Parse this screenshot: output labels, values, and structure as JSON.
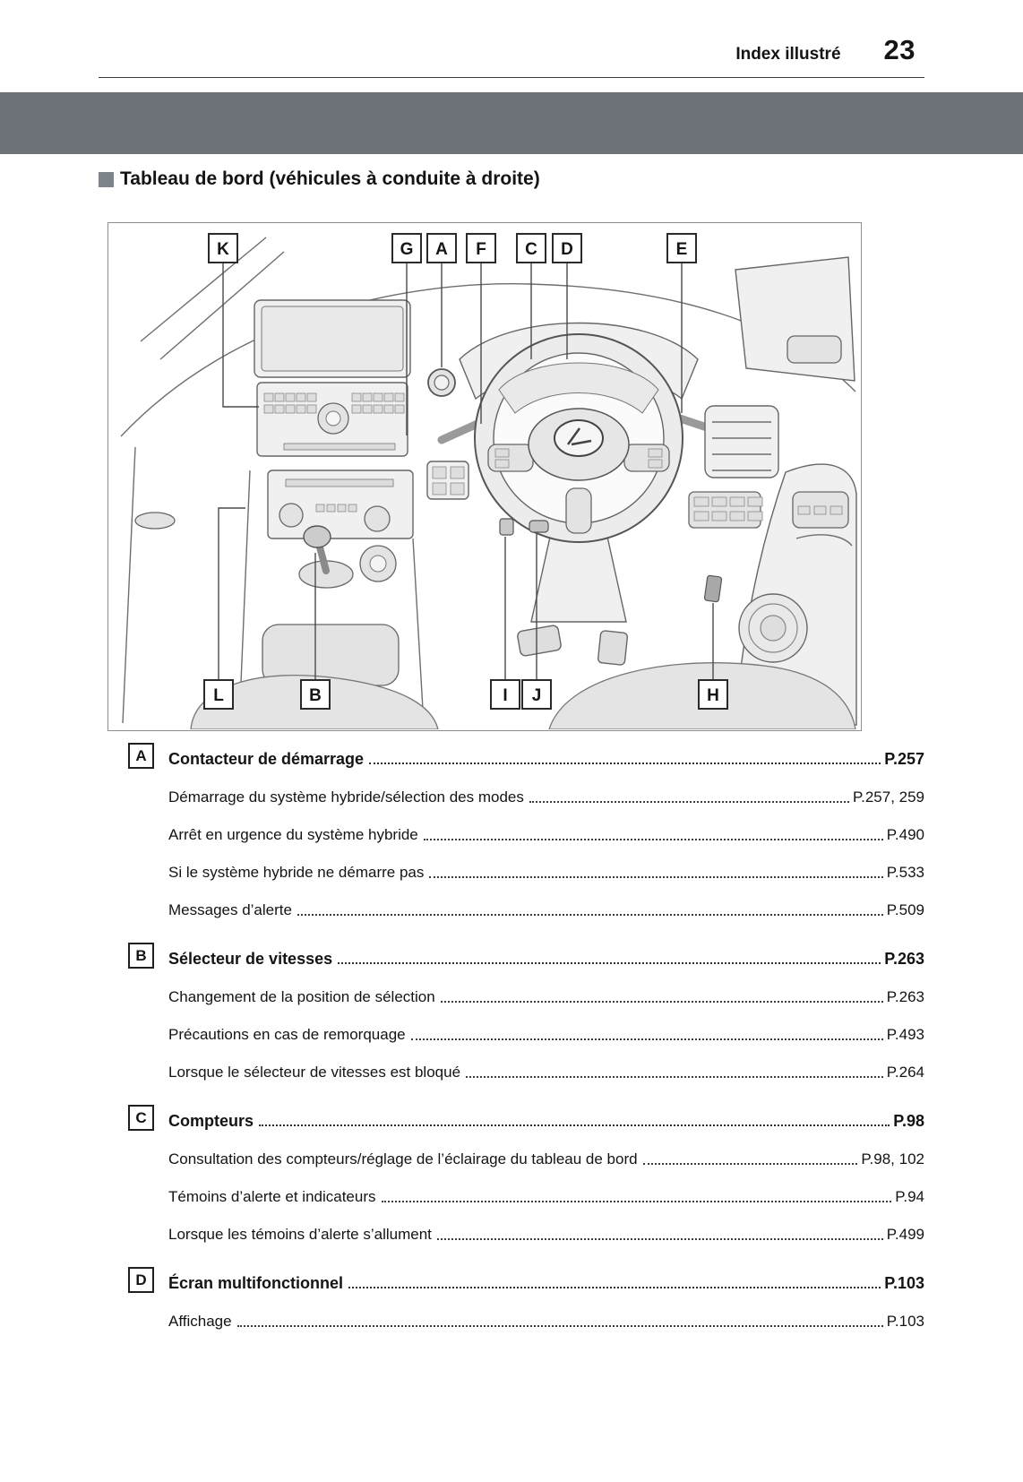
{
  "header": {
    "label": "Index illustré",
    "page_number": "23"
  },
  "section": {
    "title": "Tableau de bord (véhicules à conduite à droite)"
  },
  "diagram": {
    "callouts_top": [
      "K",
      "G",
      "A",
      "F",
      "C",
      "D",
      "E"
    ],
    "callouts_bottom": [
      "L",
      "B",
      "I",
      "J",
      "H"
    ]
  },
  "index": [
    {
      "key": "A",
      "title": "Contacteur de démarrage",
      "page": "P.257",
      "items": [
        {
          "label": "Démarrage du système hybride/sélection des modes",
          "page": "P.257, 259"
        },
        {
          "label": "Arrêt en urgence du système hybride",
          "page": "P.490"
        },
        {
          "label": "Si le système hybride ne démarre pas",
          "page": "P.533"
        },
        {
          "label": "Messages d’alerte",
          "page": "P.509"
        }
      ]
    },
    {
      "key": "B",
      "title": "Sélecteur de vitesses",
      "page": "P.263",
      "items": [
        {
          "label": "Changement de la position de sélection",
          "page": "P.263"
        },
        {
          "label": "Précautions en cas de remorquage",
          "page": "P.493"
        },
        {
          "label": "Lorsque le sélecteur de vitesses est bloqué",
          "page": "P.264"
        }
      ]
    },
    {
      "key": "C",
      "title": "Compteurs",
      "page": "P.98",
      "items": [
        {
          "label": "Consultation des compteurs/réglage de l’éclairage du tableau de bord",
          "page": "P.98, 102"
        },
        {
          "label": "Témoins d’alerte et indicateurs",
          "page": "P.94"
        },
        {
          "label": "Lorsque les témoins d’alerte s’allument",
          "page": "P.499"
        }
      ]
    },
    {
      "key": "D",
      "title": "Écran multifonctionnel",
      "page": "P.103",
      "items": [
        {
          "label": "Affichage",
          "page": "P.103"
        }
      ]
    }
  ]
}
